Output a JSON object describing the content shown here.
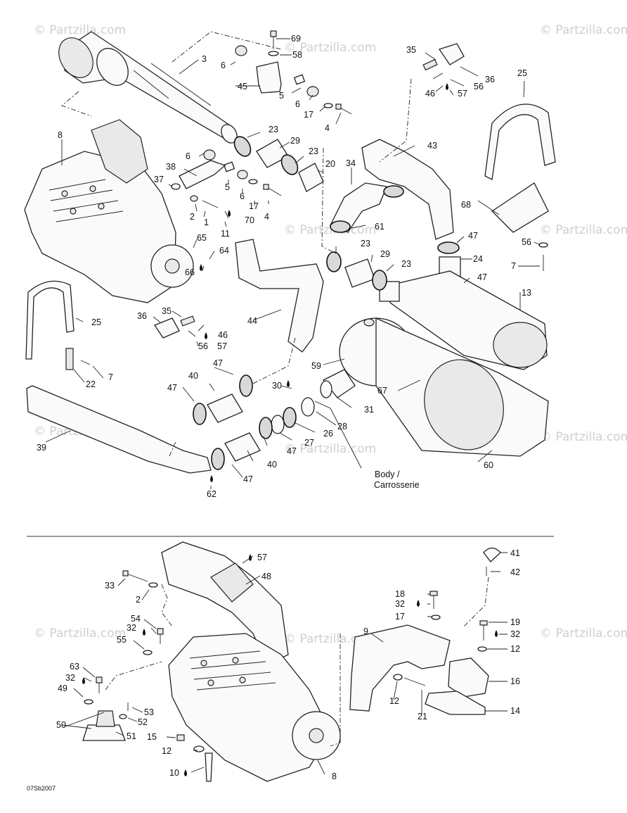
{
  "watermark": {
    "text": "© Partzilla.com"
  },
  "drawing_code": "07Sb2007",
  "body_label": {
    "line1": "Body /",
    "line2": "Carrosserie"
  },
  "callouts_top": [
    {
      "id": "c69",
      "text": "69"
    },
    {
      "id": "c58",
      "text": "58"
    },
    {
      "id": "c3",
      "text": "3"
    },
    {
      "id": "c6a",
      "text": "6"
    },
    {
      "id": "c45",
      "text": "45"
    },
    {
      "id": "c5a",
      "text": "5"
    },
    {
      "id": "c6b",
      "text": "6"
    },
    {
      "id": "c17a",
      "text": "17"
    },
    {
      "id": "c4a",
      "text": "4"
    },
    {
      "id": "c35a",
      "text": "35"
    },
    {
      "id": "c36a",
      "text": "36"
    },
    {
      "id": "c56a",
      "text": "56"
    },
    {
      "id": "c46a",
      "text": "46"
    },
    {
      "id": "c57a",
      "text": "57"
    },
    {
      "id": "c25a",
      "text": "25"
    },
    {
      "id": "c8a",
      "text": "8"
    },
    {
      "id": "c23a",
      "text": "23"
    },
    {
      "id": "c29a",
      "text": "29"
    },
    {
      "id": "c23b",
      "text": "23"
    },
    {
      "id": "c20",
      "text": "20"
    },
    {
      "id": "c6c",
      "text": "6"
    },
    {
      "id": "c38",
      "text": "38"
    },
    {
      "id": "c37",
      "text": "37"
    },
    {
      "id": "c5b",
      "text": "5"
    },
    {
      "id": "c6d",
      "text": "6"
    },
    {
      "id": "c17b",
      "text": "17"
    },
    {
      "id": "c2a",
      "text": "2"
    },
    {
      "id": "c1",
      "text": "1"
    },
    {
      "id": "c4b",
      "text": "4"
    },
    {
      "id": "c70",
      "text": "70"
    },
    {
      "id": "c11",
      "text": "11"
    },
    {
      "id": "c43",
      "text": "43"
    },
    {
      "id": "c34",
      "text": "34"
    },
    {
      "id": "c68",
      "text": "68"
    },
    {
      "id": "c61",
      "text": "61"
    },
    {
      "id": "c47a",
      "text": "47"
    },
    {
      "id": "c56b",
      "text": "56"
    },
    {
      "id": "c65",
      "text": "65"
    },
    {
      "id": "c64",
      "text": "64"
    },
    {
      "id": "c66",
      "text": "66"
    },
    {
      "id": "c23c",
      "text": "23"
    },
    {
      "id": "c29b",
      "text": "29"
    },
    {
      "id": "c23d",
      "text": "23"
    },
    {
      "id": "c24",
      "text": "24"
    },
    {
      "id": "c7a",
      "text": "7"
    },
    {
      "id": "c47b",
      "text": "47"
    },
    {
      "id": "c13",
      "text": "13"
    },
    {
      "id": "c25b",
      "text": "25"
    },
    {
      "id": "c36b",
      "text": "36"
    },
    {
      "id": "c35b",
      "text": "35"
    },
    {
      "id": "c46b",
      "text": "46"
    },
    {
      "id": "c56c",
      "text": "56"
    },
    {
      "id": "c57b",
      "text": "57"
    },
    {
      "id": "c44",
      "text": "44"
    },
    {
      "id": "c7b",
      "text": "7"
    },
    {
      "id": "c22",
      "text": "22"
    },
    {
      "id": "c59",
      "text": "59"
    },
    {
      "id": "c47c",
      "text": "47"
    },
    {
      "id": "c40a",
      "text": "40"
    },
    {
      "id": "c47d",
      "text": "47"
    },
    {
      "id": "c30",
      "text": "30"
    },
    {
      "id": "c67",
      "text": "67"
    },
    {
      "id": "c31",
      "text": "31"
    },
    {
      "id": "c28",
      "text": "28"
    },
    {
      "id": "c26",
      "text": "26"
    },
    {
      "id": "c27",
      "text": "27"
    },
    {
      "id": "c39",
      "text": "39"
    },
    {
      "id": "c47e",
      "text": "47"
    },
    {
      "id": "c40b",
      "text": "40"
    },
    {
      "id": "c47f",
      "text": "47"
    },
    {
      "id": "c60",
      "text": "60"
    },
    {
      "id": "c62",
      "text": "62"
    }
  ],
  "callouts_bottom": [
    {
      "id": "b57",
      "text": "57"
    },
    {
      "id": "b48",
      "text": "48"
    },
    {
      "id": "b33",
      "text": "33"
    },
    {
      "id": "b2",
      "text": "2"
    },
    {
      "id": "b54",
      "text": "54"
    },
    {
      "id": "b32a",
      "text": "32"
    },
    {
      "id": "b55",
      "text": "55"
    },
    {
      "id": "b63",
      "text": "63"
    },
    {
      "id": "b32b",
      "text": "32"
    },
    {
      "id": "b49",
      "text": "49"
    },
    {
      "id": "b53",
      "text": "53"
    },
    {
      "id": "b52",
      "text": "52"
    },
    {
      "id": "b50",
      "text": "50"
    },
    {
      "id": "b51",
      "text": "51"
    },
    {
      "id": "b15",
      "text": "15"
    },
    {
      "id": "b12a",
      "text": "12"
    },
    {
      "id": "b10",
      "text": "10"
    },
    {
      "id": "b8",
      "text": "8"
    },
    {
      "id": "b41",
      "text": "41"
    },
    {
      "id": "b42",
      "text": "42"
    },
    {
      "id": "b18",
      "text": "18"
    },
    {
      "id": "b32c",
      "text": "32"
    },
    {
      "id": "b17",
      "text": "17"
    },
    {
      "id": "b19",
      "text": "19"
    },
    {
      "id": "b32d",
      "text": "32"
    },
    {
      "id": "b9",
      "text": "9"
    },
    {
      "id": "b12b",
      "text": "12"
    },
    {
      "id": "b16",
      "text": "16"
    },
    {
      "id": "b12c",
      "text": "12"
    },
    {
      "id": "b21",
      "text": "21"
    },
    {
      "id": "b14",
      "text": "14"
    }
  ]
}
